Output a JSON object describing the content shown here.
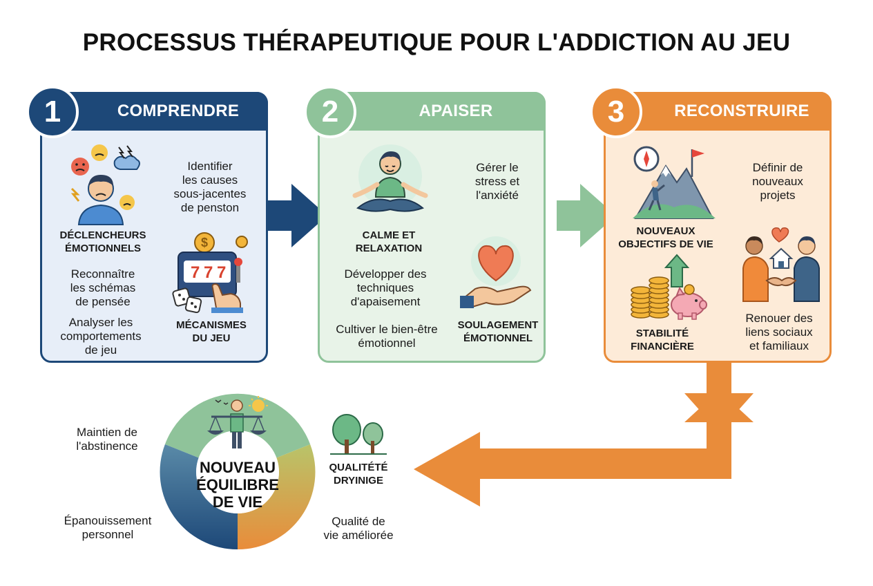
{
  "title": "PROCESSUS THÉRAPEUTIQUE POUR L'ADDICTION AU JEU",
  "colors": {
    "navy": "#1d4878",
    "green": "#8fc39a",
    "orange": "#e98c3a"
  },
  "steps": [
    {
      "number": "1",
      "label": "COMPRENDRE",
      "items": [
        {
          "icon": "stressed-person-icon",
          "caption": "DÉCLENCHEURS\nÉMOTIONNELS"
        },
        {
          "icon": "slot-machine-icon",
          "caption": "MÉCANISMES\nDU JEU"
        }
      ],
      "texts": [
        "Identifier\nles causes\nsous-jacentes\nde penston",
        "Reconnaître\nles schémas\nde pensée",
        "Analyser les\ncomportements\nde jeu"
      ]
    },
    {
      "number": "2",
      "label": "APAISER",
      "items": [
        {
          "icon": "meditation-icon",
          "caption": "CALME ET\nRELAXATION"
        },
        {
          "icon": "heart-hand-icon",
          "caption": "SOULAGEMENT\nÉMOTIONNEL"
        }
      ],
      "texts": [
        "Gérer le\nstress et\nl'anxiété",
        "Développer des\ntechniques\nd'apaisement",
        "Cultiver le bien-être\némotionnel"
      ]
    },
    {
      "number": "3",
      "label": "RECONSTRUIRE",
      "items": [
        {
          "icon": "mountain-flag-icon",
          "caption": "NOUVEAUX\nOBJECTIFS DE VIE"
        },
        {
          "icon": "piggy-bank-icon",
          "caption": "STABILITÉ\nFINANCIÈRE"
        },
        {
          "icon": "handshake-family-icon",
          "caption": ""
        }
      ],
      "texts": [
        "Définir de\nnouveaux\nprojets",
        "Renouer des\nliens sociaux\net familiaux"
      ]
    }
  ],
  "outcome": {
    "center": "NOUVEAU\nÉQUILIBRE\nDE VIE",
    "icon": "balance-person-icon",
    "top_left": "Maintien de\nl'abstinence",
    "bottom_left": "Épanouissement\npersonnel",
    "right_icon": "trees-icon",
    "right_caption": "QUALITÉTÉ\nDRYINIGE",
    "bottom_right": "Qualité de\nvie améliorée"
  }
}
